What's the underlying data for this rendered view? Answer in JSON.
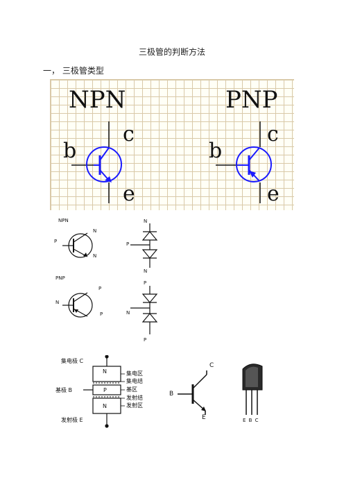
{
  "doc": {
    "title": "三极管的判断方法",
    "section1": "一， 三极管类型"
  },
  "figure_grid": {
    "npn_title": "NPN",
    "pnp_title": "PNP",
    "npn": {
      "b": "b",
      "c": "c",
      "e": "e"
    },
    "pnp": {
      "b": "b",
      "c": "c",
      "e": "e"
    }
  },
  "diode_models": {
    "npn_title": "NPN",
    "pnp_title": "PNP",
    "npn_symbol": {
      "base": "P",
      "collector": "N",
      "emitter": "N"
    },
    "npn_diode": {
      "top": "N",
      "mid": "P",
      "bottom": "N"
    },
    "pnp_symbol": {
      "base": "N",
      "collector": "P",
      "emitter": "P"
    },
    "pnp_diode": {
      "top": "P",
      "mid": "N",
      "bottom": "P"
    }
  },
  "structure": {
    "collector_label": "集电极 C",
    "base_label": "基极 B",
    "emitter_label": "发射极 E",
    "layer_top": "N",
    "layer_mid": "P",
    "layer_bottom": "N",
    "region_collector": "集电区",
    "junction_collector": "集电结",
    "region_base": "基区",
    "junction_emitter": "发射结",
    "region_emitter": "发射区"
  },
  "symbol": {
    "c": "C",
    "b": "B",
    "e": "E"
  },
  "package": {
    "pins": "E B C"
  },
  "colors": {
    "transistor_blue": "#1a1aff",
    "grid": "#d9c9a8",
    "layer_fill": "#ffffff"
  }
}
